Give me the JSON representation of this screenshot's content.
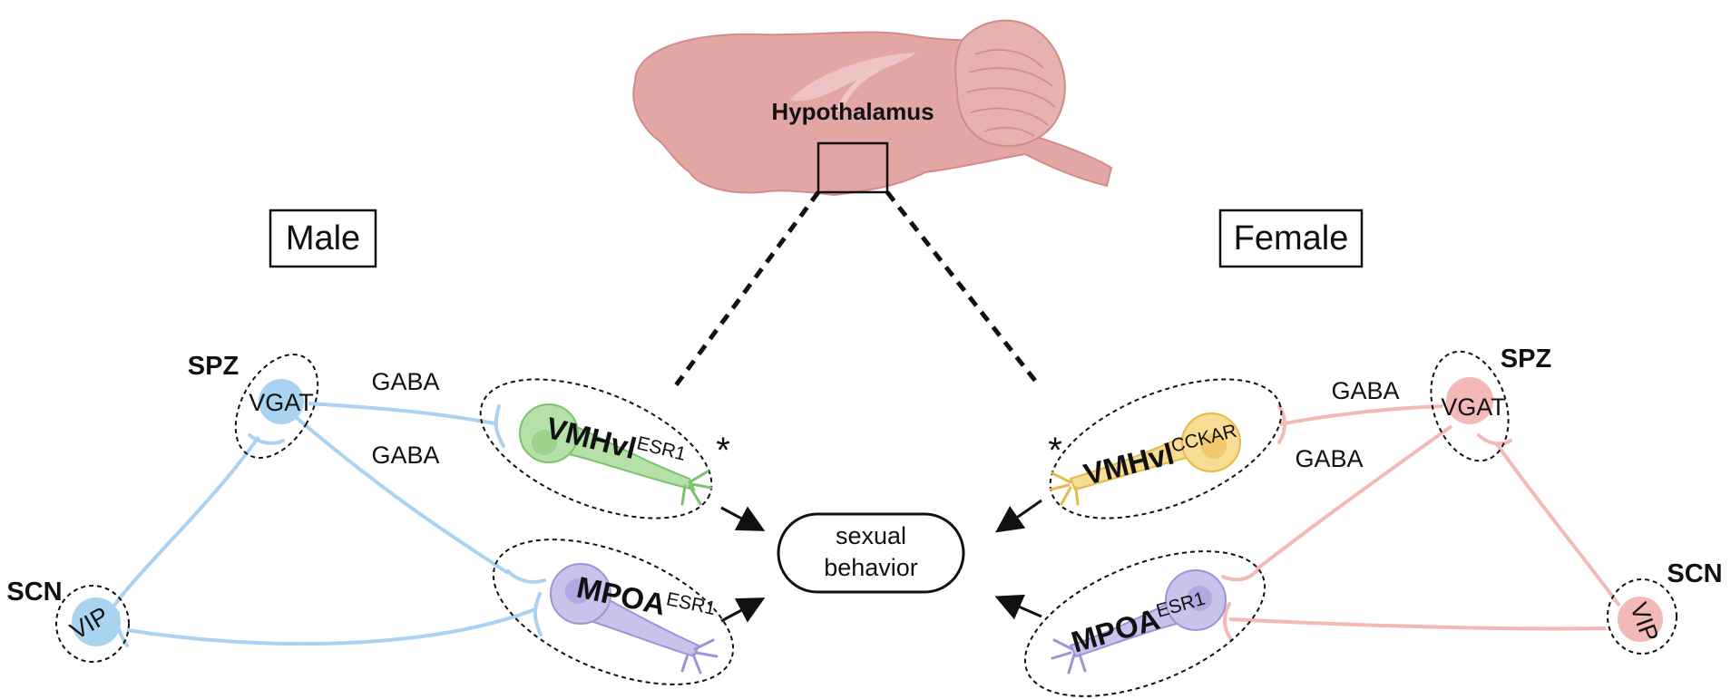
{
  "brain": {
    "region_label": "Hypothalamus"
  },
  "male": {
    "title": "Male",
    "spz_label": "SPZ",
    "scn_label": "SCN",
    "vgat_label": "VGAT",
    "vip_label": "VIP",
    "gaba_top": "GABA",
    "gaba_bottom": "GABA",
    "vmhvl": {
      "name": "VMHvl",
      "marker": "ESR1",
      "asterisk": "*"
    },
    "mpoa": {
      "name": "MPOA",
      "marker": "ESR1"
    }
  },
  "female": {
    "title": "Female",
    "spz_label": "SPZ",
    "scn_label": "SCN",
    "vgat_label": "VGAT",
    "vip_label": "VIP",
    "gaba_top": "GABA",
    "gaba_bottom": "GABA",
    "vmhvl": {
      "name": "VMHvl",
      "marker": "CCKAR",
      "asterisk": "*"
    },
    "mpoa": {
      "name": "MPOA",
      "marker": "ESR1"
    }
  },
  "center": {
    "line1": "sexual",
    "line2": "behavior"
  },
  "colors": {
    "male_circuit": "#a9d3f0",
    "female_circuit": "#f3b9b6",
    "vmhvl_male": "#b5e0a8",
    "vmhvl_female": "#f7dc94",
    "mpoa": "#c9c3ec",
    "brain": "#e3a8a6"
  }
}
